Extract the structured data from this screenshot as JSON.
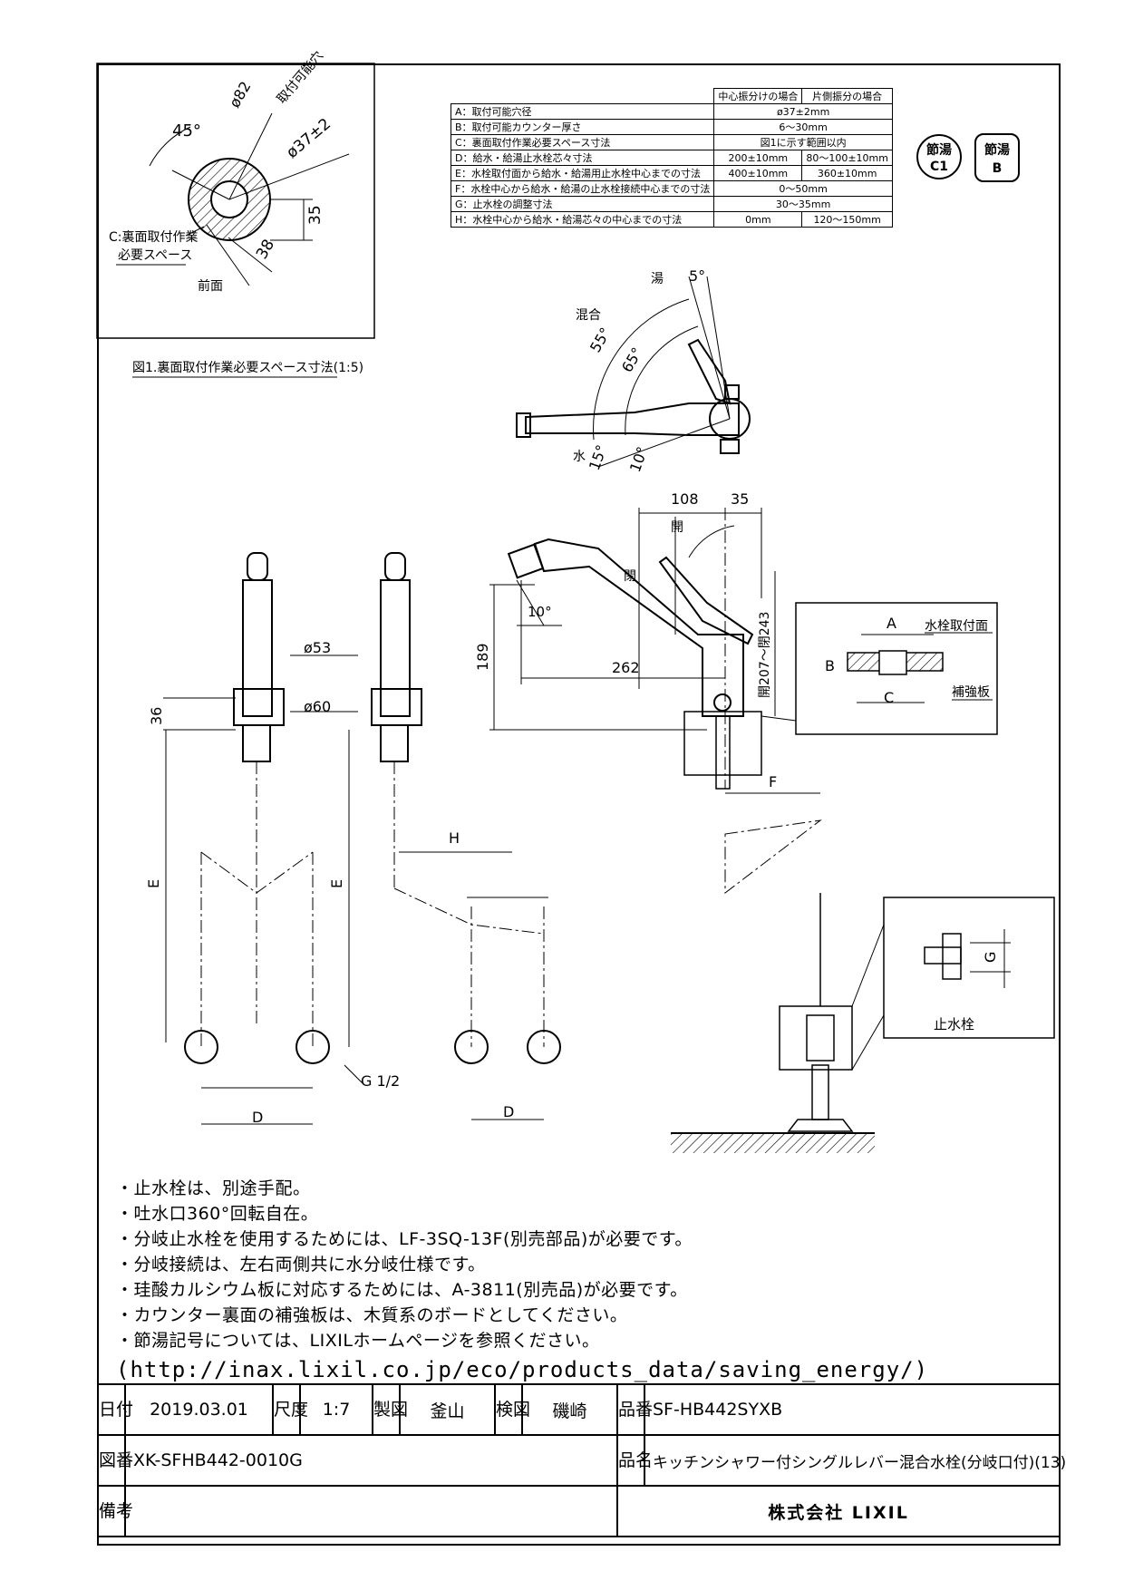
{
  "spec_table": {
    "header": [
      "中心振分けの場合",
      "片側振分の場合"
    ],
    "rows": [
      {
        "label": "A：取付可能穴径",
        "v1": "ø37±2mm",
        "v2": ""
      },
      {
        "label": "B：取付可能カウンター厚さ",
        "v1": "6～30mm",
        "v2": ""
      },
      {
        "label": "C：裏面取付作業必要スペース寸法",
        "v1": "図1に示す範囲以内",
        "v2": ""
      },
      {
        "label": "D：給水・給湯止水栓芯々寸法",
        "v1": "200±10mm",
        "v2": "80～100±10mm"
      },
      {
        "label": "E：水栓取付面から給水・給湯用止水栓中心までの寸法",
        "v1": "400±10mm",
        "v2": "360±10mm"
      },
      {
        "label": "F：水栓中心から給水・給湯の止水栓接続中心までの寸法",
        "v1": "0～50mm",
        "v2": ""
      },
      {
        "label": "G：止水栓の調整寸法",
        "v1": "30～35mm",
        "v2": ""
      },
      {
        "label": "H：水栓中心から給水・給湯芯々の中心までの寸法",
        "v1": "0mm",
        "v2": "120～150mm"
      }
    ]
  },
  "badges": {
    "c1_top": "節湯",
    "c1_bottom": "C1",
    "b_top": "節湯",
    "b_bottom": "B"
  },
  "figure1": {
    "caption": "図1.裏面取付作業必要スペース寸法(1:5)",
    "dim_45": "45°",
    "dim_82": "ø82",
    "mount_hole": "取付可能穴",
    "dim_37": "ø37±2",
    "dim_35": "35",
    "dim_38": "38",
    "space_label_1": "C:裏面取付作業",
    "space_label_2": "必要スペース",
    "front": "前面"
  },
  "top_view": {
    "hot": "湯",
    "mix": "混合",
    "water": "水",
    "a5": "5°",
    "a55": "55°",
    "a65": "65°",
    "a15": "15°",
    "a10": "10°"
  },
  "side_view": {
    "d108": "108",
    "d35": "35",
    "open1": "開",
    "closed": "閉",
    "a10": "10°",
    "d189": "189",
    "d262": "262",
    "d243": "開207～閉243",
    "label_a": "A",
    "label_b": "B",
    "label_c": "C",
    "mount_surface": "水栓取付面",
    "reinforce": "補強板",
    "label_f": "F"
  },
  "front_views": {
    "d53": "ø53",
    "d60": "ø60",
    "d36": "36",
    "label_e": "E",
    "label_h": "H",
    "label_d": "D",
    "g12": "G 1/2"
  },
  "stop_valve": {
    "label_g": "G",
    "name": "止水栓"
  },
  "notes": [
    "・止水栓は、別途手配。",
    "・吐水口360°回転自在。",
    "・分岐止水栓を使用するためには、LF-3SQ-13F(別売部品)が必要です。",
    "・分岐接続は、左右両側共に水分岐仕様です。",
    "・珪酸カルシウム板に対応するためには、A-3811(別売品)が必要です。",
    "・カウンター裏面の補強板は、木質系のボードとしてください。",
    "・節湯記号については、LIXILホームページを参照ください。"
  ],
  "url": "(http://inax.lixil.co.jp/eco/products_data/saving_energy/)",
  "title_block": {
    "date_label": "日付",
    "date": "2019.03.01",
    "scale_label": "尺度",
    "scale": "1:7",
    "drawn_label": "製図",
    "drawn": "釜山",
    "checked_label": "検図",
    "checked": "磯崎",
    "part_no_label": "品番",
    "part_no": "SF-HB442SYXB",
    "drawing_no_label": "図番",
    "drawing_no": "XK-SFHB442-0010G",
    "product_name_label": "品名",
    "product_name": "キッチンシャワー付シングルレバー混合水栓(分岐口付)(13)",
    "remarks_label": "備考",
    "remarks": "",
    "company": "株式会社 LIXIL"
  }
}
